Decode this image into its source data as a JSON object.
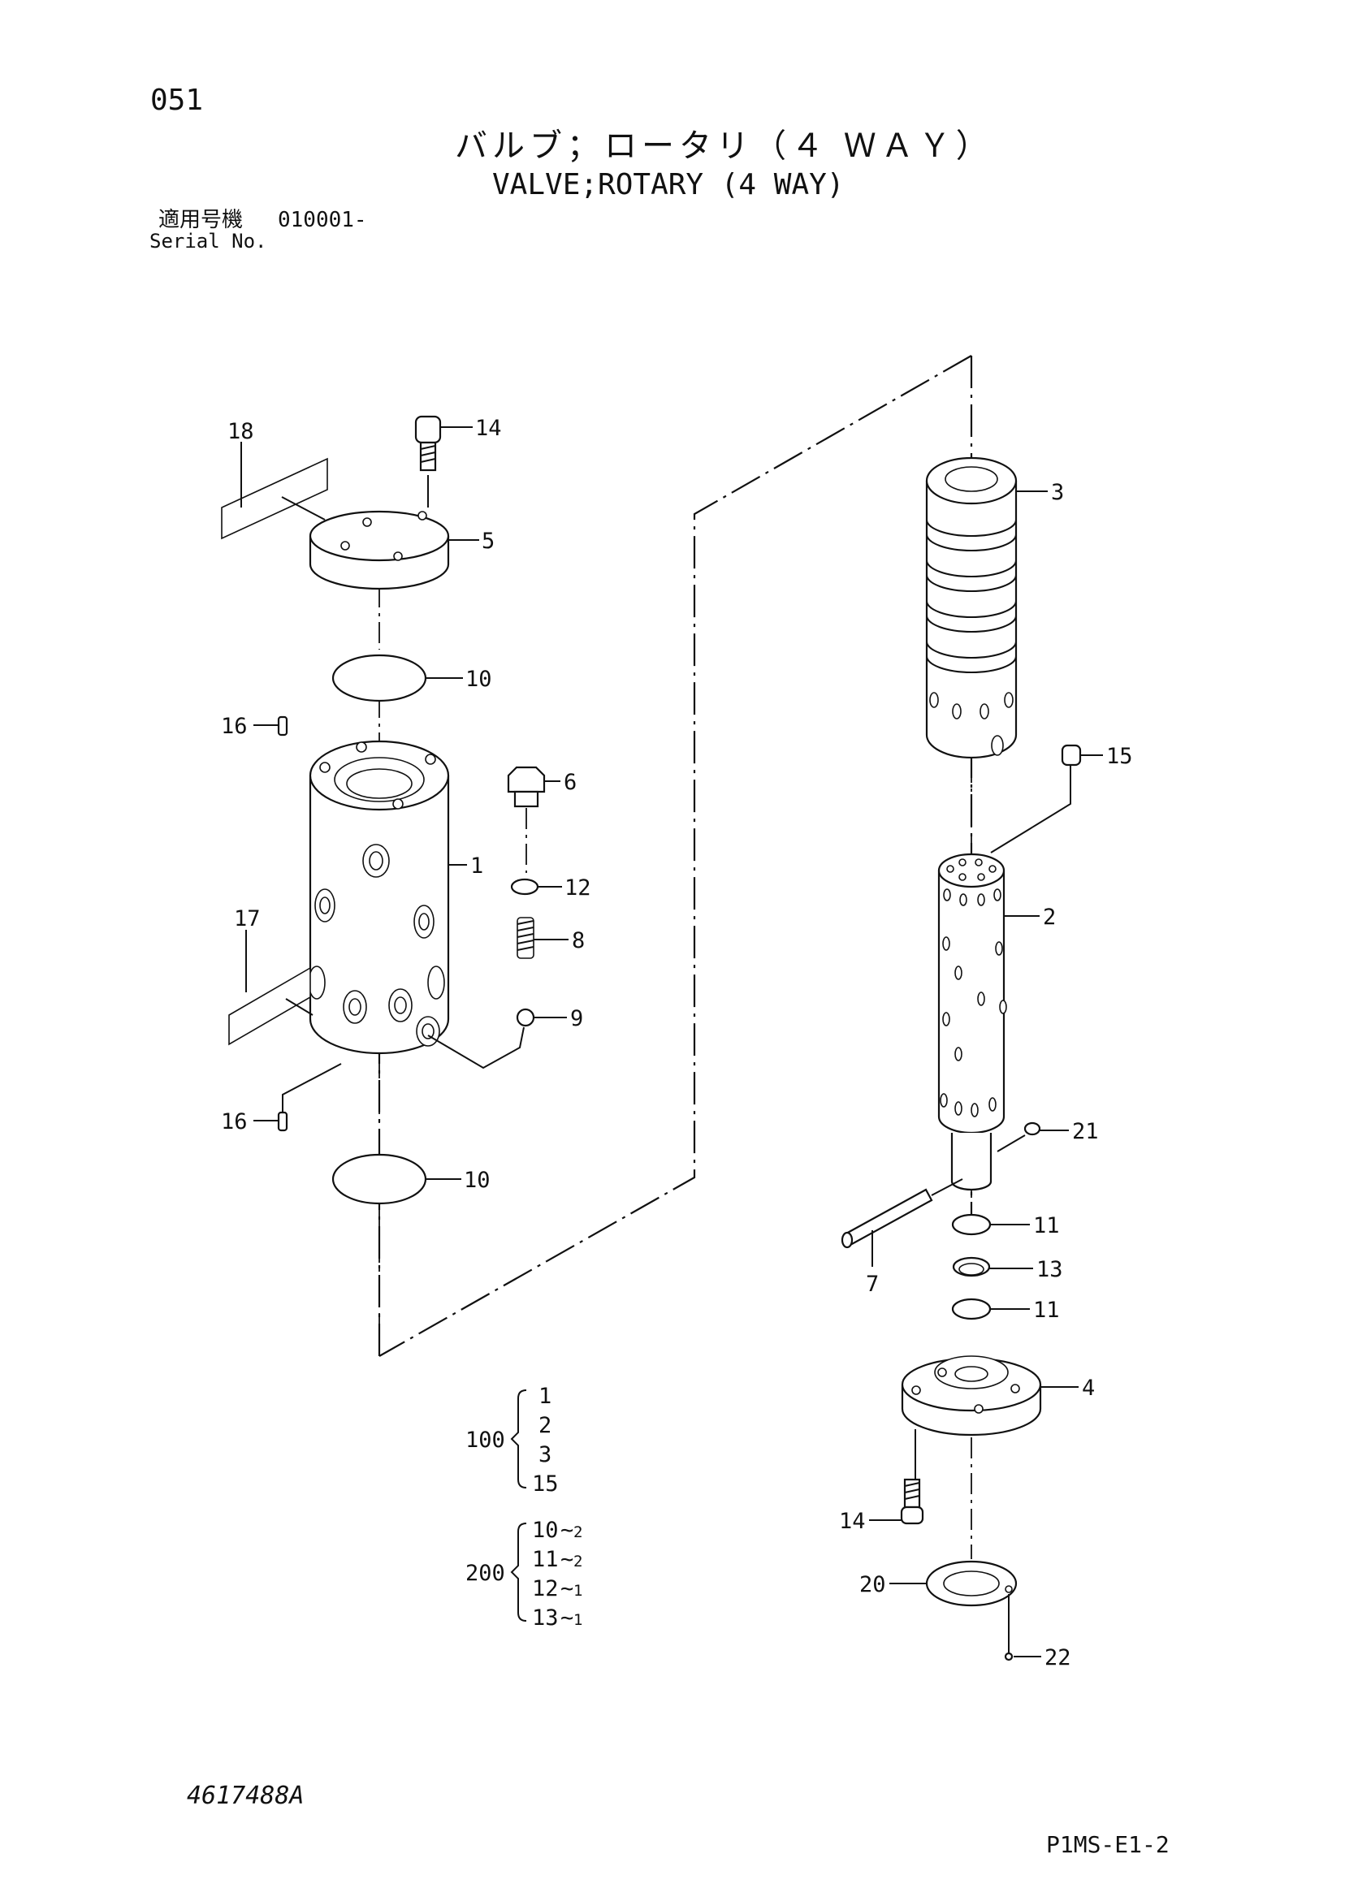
{
  "header": {
    "page_number": "051",
    "title_jp": "バルブ；ロータリ（４ ＷＡＹ）",
    "title_en": "VALVE;ROTARY (4 WAY)",
    "serial_jp": "適用号機",
    "serial_value": "010001-",
    "serial_en": "Serial No."
  },
  "footer": {
    "drawing_number": "4617488A",
    "page_code": "P1MS-E1-2"
  },
  "callouts": {
    "c18": "18",
    "c14a": "14",
    "c5": "5",
    "c10a": "10",
    "c16a": "16",
    "c6": "6",
    "c1": "1",
    "c12": "12",
    "c17": "17",
    "c8": "8",
    "c9": "9",
    "c16b": "16",
    "c10b": "10",
    "c3": "3",
    "c15": "15",
    "c2": "2",
    "c21": "21",
    "c11a": "11",
    "c7": "7",
    "c13": "13",
    "c11b": "11",
    "c4": "4",
    "c14b": "14",
    "c20": "20",
    "c22": "22"
  },
  "kits": [
    {
      "id": "100",
      "items": [
        "1",
        "2",
        "3",
        "15"
      ]
    },
    {
      "id": "200",
      "items": [
        "10",
        "11",
        "12",
        "13"
      ],
      "qty": [
        "2",
        "2",
        "1",
        "1"
      ]
    }
  ]
}
